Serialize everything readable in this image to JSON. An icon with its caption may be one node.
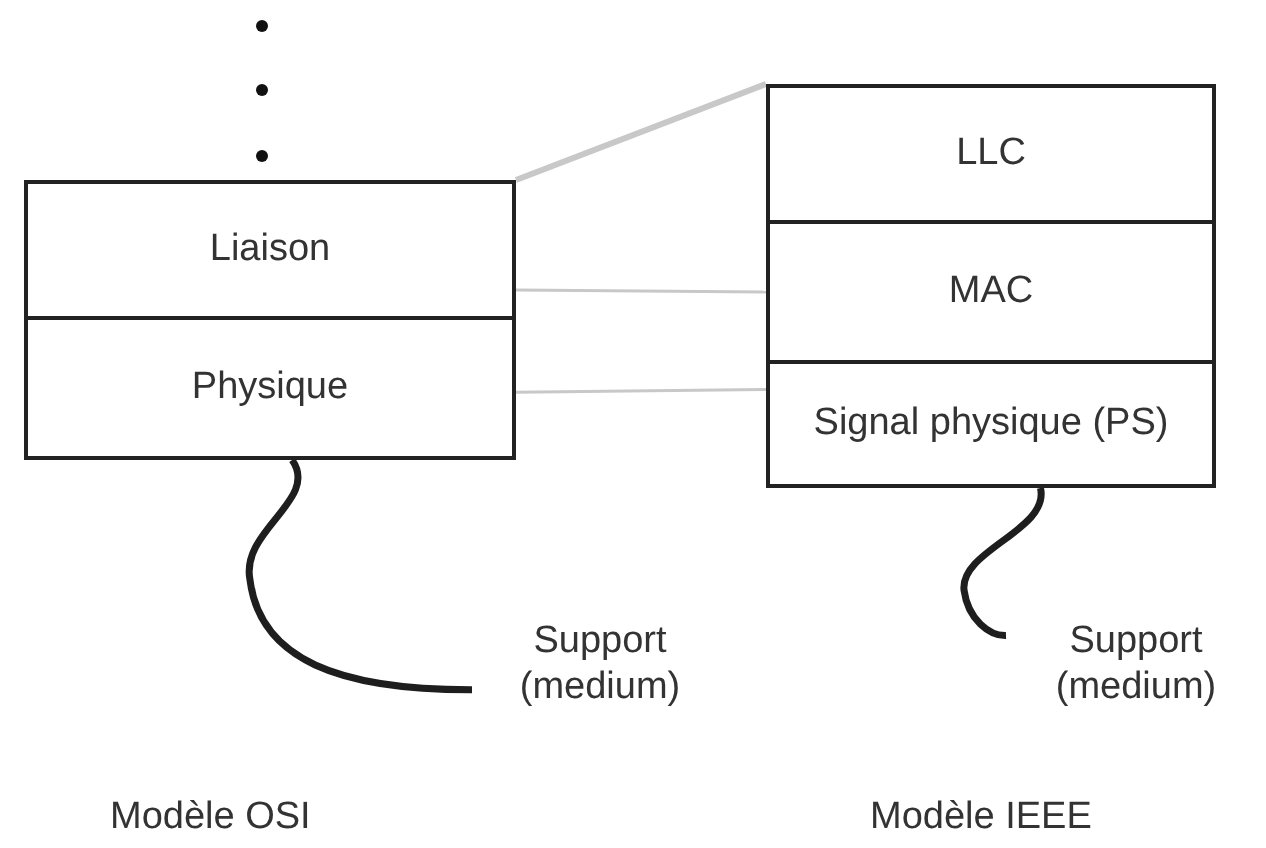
{
  "diagram": {
    "nodes": [
      {
        "text": [
          "Liaison"
        ]
      },
      {
        "text": [
          "Physique"
        ]
      },
      {
        "text": [
          "LLC"
        ]
      },
      {
        "text": [
          "MAC"
        ]
      },
      {
        "text": [
          "Signal physique (PS)"
        ]
      },
      {
        "text": [
          "Support (medium)"
        ]
      },
      {
        "text": [
          "Support (medium)"
        ]
      }
    ],
    "edges": [
      {
        "from": 0,
        "to": 2,
        "arrow": "none"
      },
      {
        "from": 0,
        "to": 3,
        "arrow": "none"
      },
      {
        "from": 1,
        "to": 4,
        "arrow": "none"
      },
      {
        "from": 1,
        "to": 5,
        "arrow": "none",
        "color": "#1e1e1e"
      },
      {
        "from": 4,
        "to": 6,
        "arrow": "none",
        "color": "#1e1e1e"
      }
    ],
    "labels": [
      "Modèle OSI",
      "Modèle IEEE"
    ]
  }
}
